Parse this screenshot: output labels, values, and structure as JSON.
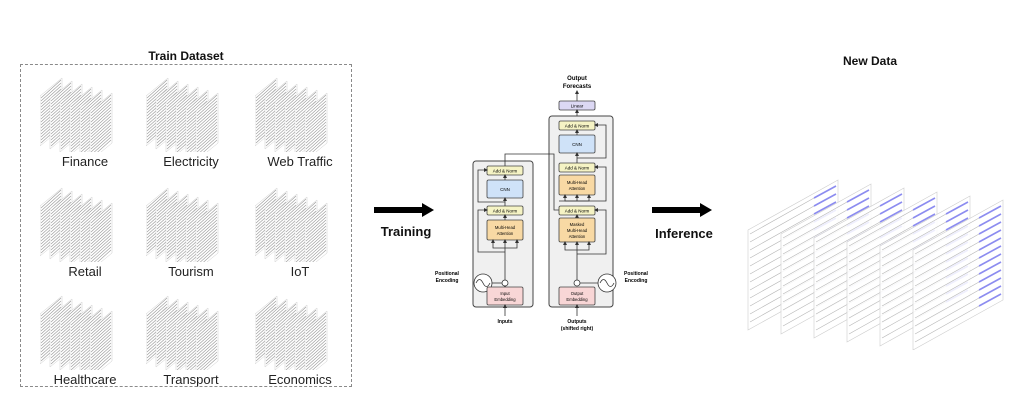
{
  "train_dataset": {
    "title": "Train Dataset",
    "domains": [
      {
        "label": "Finance"
      },
      {
        "label": "Electricity"
      },
      {
        "label": "Web Traffic"
      },
      {
        "label": "Retail"
      },
      {
        "label": "Tourism"
      },
      {
        "label": "IoT"
      },
      {
        "label": "Healthcare"
      },
      {
        "label": "Transport"
      },
      {
        "label": "Economics"
      }
    ]
  },
  "flow": {
    "training_label": "Training",
    "inference_label": "Inference"
  },
  "model": {
    "output_title_line1": "Output",
    "output_title_line2": "Forecasts",
    "linear": "Linear",
    "encoder": {
      "add_norm_top": "Add & Norm",
      "cnn": "CNN",
      "add_norm_bottom": "Add & Norm",
      "attention_line1": "Multi-Head",
      "attention_line2": "Attention"
    },
    "decoder": {
      "add_norm_top": "Add & Norm",
      "cnn": "CNN",
      "add_norm_mid": "Add & Norm",
      "cross_attention_line1": "Multi-Head",
      "cross_attention_line2": "Attention",
      "add_norm_bottom": "Add & Norm",
      "masked_line1": "Masked",
      "masked_line2": "Multi-Head",
      "masked_line3": "Attention"
    },
    "pos_enc_left_line1": "Positional",
    "pos_enc_left_line2": "Encoding",
    "pos_enc_right_line1": "Positional",
    "pos_enc_right_line2": "Encoding",
    "input_embedding_line1": "Input",
    "input_embedding_line2": "Embedding",
    "output_embedding_line1": "Output",
    "output_embedding_line2": "Embedding",
    "inputs_label": "Inputs",
    "outputs_label_line1": "Outputs",
    "outputs_label_line2": "(shifted right)"
  },
  "new_data": {
    "title": "New Data",
    "highlight_color": "#8c8cf0"
  },
  "colors": {
    "add_norm": "#f5f3c4",
    "cnn": "#cfe2f8",
    "attention": "#f8d9a4",
    "embedding": "#f8d6d6",
    "linear": "#dcd8f4",
    "block_bg": "#f0f0f0"
  }
}
